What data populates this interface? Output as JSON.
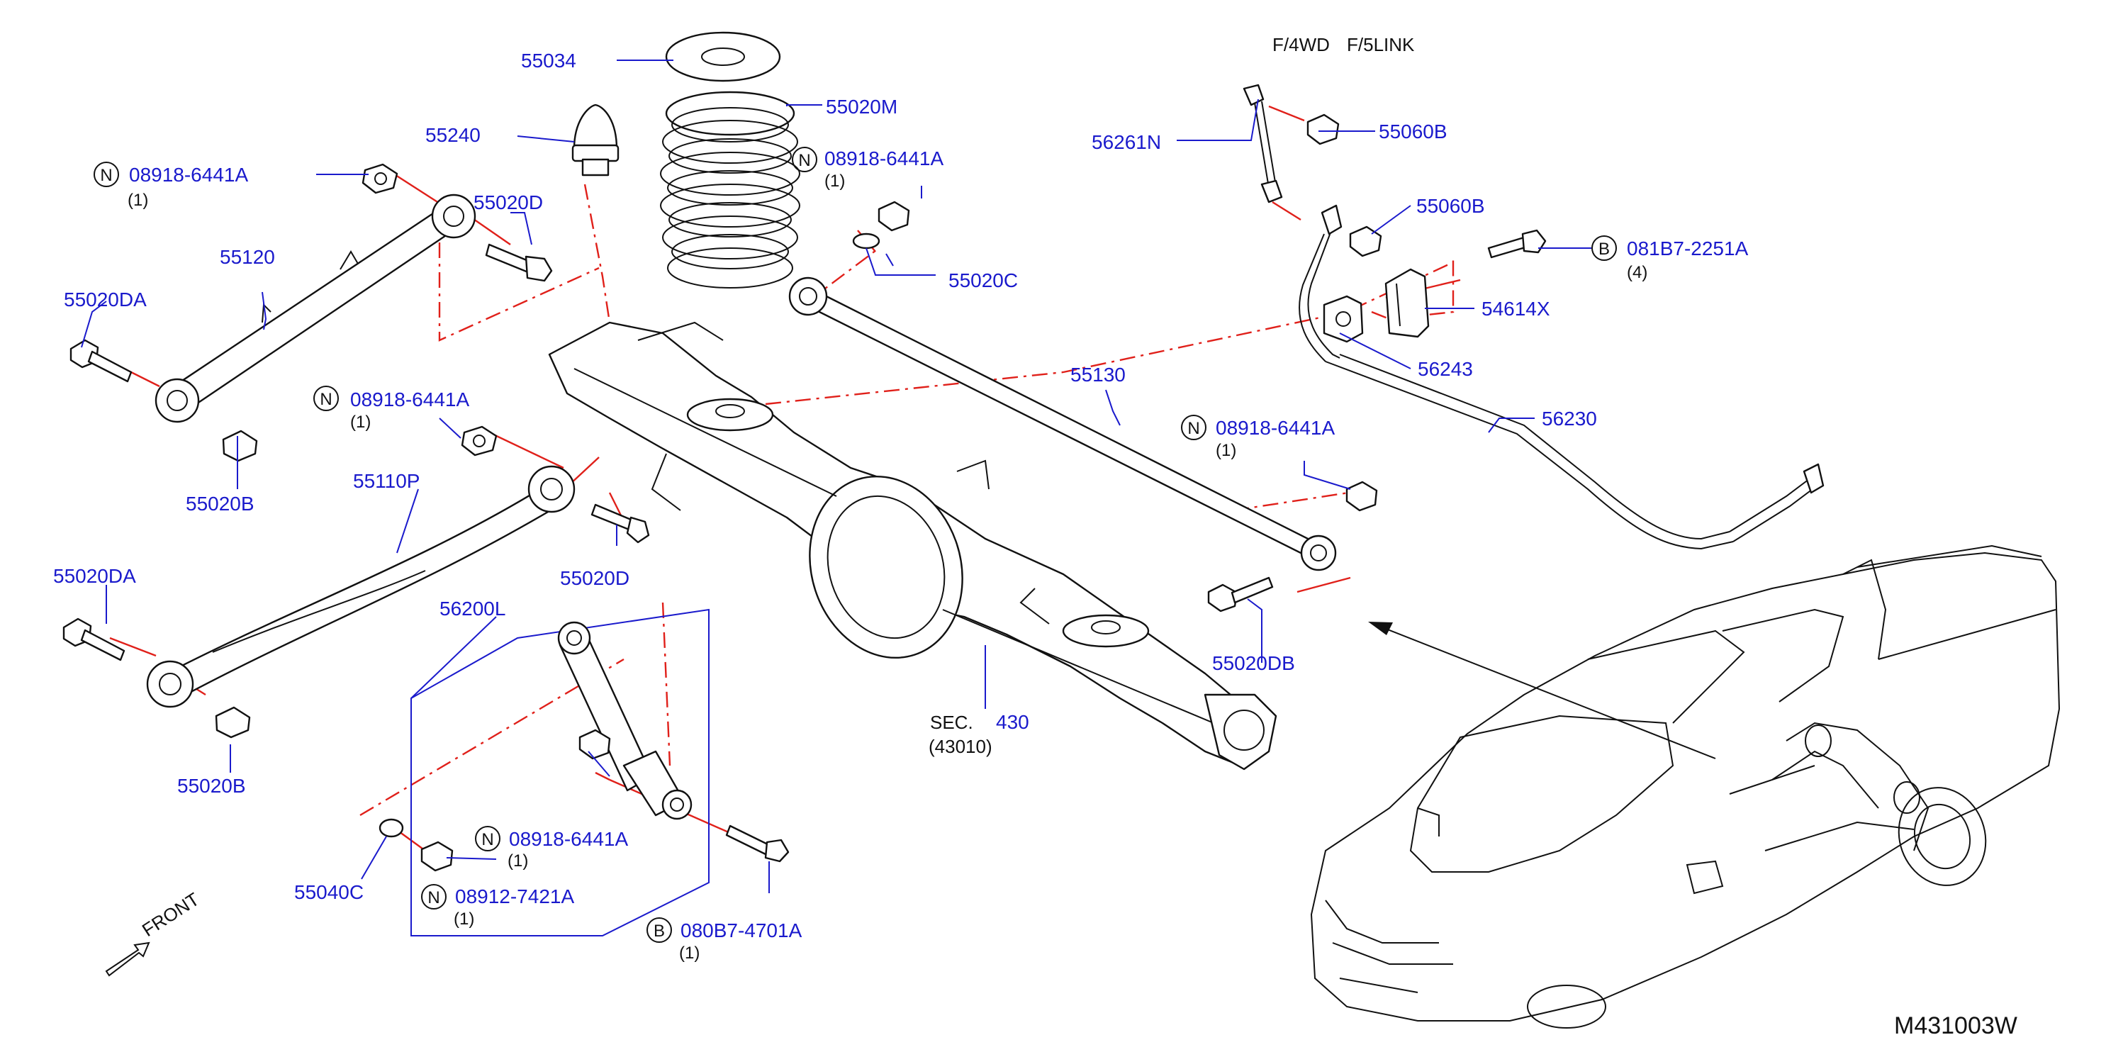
{
  "diagram_id": "M431003W",
  "header_labels": {
    "variant_a": "F/4WD",
    "variant_b": "F/5LINK"
  },
  "front_label": "FRONT",
  "section_ref": {
    "prefix": "SEC.",
    "number": "430",
    "sub": "(43010)"
  },
  "parts": {
    "p55034": "55034",
    "p55020M": "55020M",
    "p55240": "55240",
    "n_top": {
      "symbol": "N",
      "code": "08918-6441A",
      "qty": "(1)"
    },
    "n_mid": {
      "symbol": "N",
      "code": "08918-6441A",
      "qty": "(1)"
    },
    "p55020D_top": "55020D",
    "p55120": "55120",
    "p55020DA_top": "55020DA",
    "n_left": {
      "symbol": "N",
      "code": "08918-6441A",
      "qty": "(1)"
    },
    "p55020B_top": "55020B",
    "p55110P": "55110P",
    "p55020DA_bot": "55020DA",
    "p55020D_bot": "55020D",
    "p56200L": "56200L",
    "p55020B_bot": "55020B",
    "p55040C": "55040C",
    "n_shock": {
      "symbol": "N",
      "code": "08918-6441A",
      "qty": "(1)"
    },
    "n_lower": {
      "symbol": "N",
      "code": "08912-7421A",
      "qty": "(1)"
    },
    "b_shock": {
      "symbol": "B",
      "code": "080B7-4701A",
      "qty": "(1)"
    },
    "p55020C": "55020C",
    "p55130": "55130",
    "n_right": {
      "symbol": "N",
      "code": "08918-6441A",
      "qty": "(1)"
    },
    "p55020DB": "55020DB",
    "p56261N": "56261N",
    "p55060B_top": "55060B",
    "p55060B_bot": "55060B",
    "b_stab": {
      "symbol": "B",
      "code": "081B7-2251A",
      "qty": "(4)"
    },
    "p54614X": "54614X",
    "p56243": "56243",
    "p56230": "56230"
  },
  "colors": {
    "label_blue": "#1a1acc",
    "centerline_red": "#e0201a",
    "line_black": "#111111"
  }
}
